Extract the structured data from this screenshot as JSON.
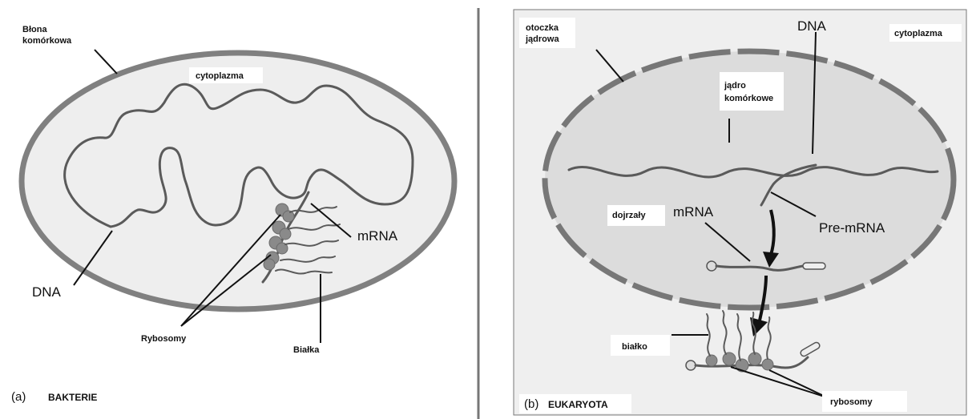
{
  "left_panel": {
    "panel_letter": "(a)",
    "panel_title": "BAKTERIE",
    "labels": {
      "membrane": [
        "Błona",
        "komórkowa"
      ],
      "cytoplasm": "cytoplazma",
      "dna": "DNA",
      "mrna": "mRNA",
      "ribosomes": "Rybosomy",
      "proteins": "Białka"
    }
  },
  "right_panel": {
    "panel_letter": "(b)",
    "panel_title": "EUKARYOTA",
    "labels": {
      "nuclear_envelope": [
        "otoczka",
        "jądrowa"
      ],
      "dna": "DNA",
      "cytoplasm": "cytoplazma",
      "nucleus": [
        "jądro",
        "komórkowe"
      ],
      "pre_mrna": "Pre-mRNA",
      "mature": "dojrzały",
      "mrna": "mRNA",
      "protein": "białko",
      "ribosomes": "rybosomy"
    }
  },
  "colors": {
    "membrane_stroke": "#808080",
    "cell_fill": "#eeeeee",
    "nucleus_fill": "#dcdcdc",
    "panel_bg": "#efefef",
    "divider": "#777777"
  }
}
